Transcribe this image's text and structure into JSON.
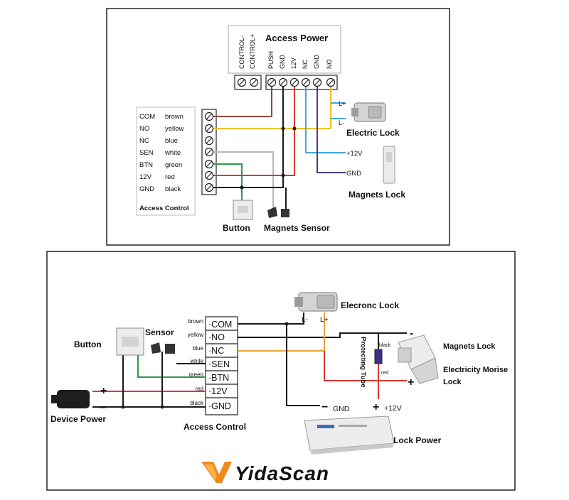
{
  "top": {
    "power_title": "Access Power",
    "power_terminals": [
      "CONTROL-",
      "CONTROL+",
      "PUSH",
      "GND",
      "12V",
      "NC",
      "GND",
      "NO"
    ],
    "ac_rows": [
      {
        "name": "COM",
        "color_label": "brown"
      },
      {
        "name": "NO",
        "color_label": "yellow"
      },
      {
        "name": "NC",
        "color_label": "blue"
      },
      {
        "name": "SEN",
        "color_label": "white"
      },
      {
        "name": "BTN",
        "color_label": "green"
      },
      {
        "name": "12V",
        "color_label": "red"
      },
      {
        "name": "GND",
        "color_label": "black"
      }
    ],
    "access_control_label": "Access Control",
    "electric_lock_label": "Electric Lock",
    "l_plus": "L+",
    "l_minus": "L-",
    "plus_12v": "+12V",
    "gnd": "GND",
    "magnets_lock_label": "Magnets Lock",
    "button_label": "Button",
    "magnets_sensor_label": "Magnets Sensor"
  },
  "bottom": {
    "terminals": [
      {
        "name": "·COM",
        "color_label": "brown"
      },
      {
        "name": "·NO",
        "color_label": "yellow"
      },
      {
        "name": "·NC",
        "color_label": "blue"
      },
      {
        "name": "·SEN",
        "color_label": "white"
      },
      {
        "name": "·BTN",
        "color_label": "green"
      },
      {
        "name": "·12V",
        "color_label": "red"
      },
      {
        "name": "·GND",
        "color_label": "black"
      }
    ],
    "access_control_label": "Access Control",
    "button_label": "Button",
    "sensor_label": "Sensor",
    "device_power_label": "Device Power",
    "plus": "+",
    "minus": "−",
    "electronic_lock_label": "Elecronc Lock",
    "l_minus": "L-",
    "l_plus": "L+",
    "magnets_lock_label": "Magnets Lock",
    "morise_lock_line1": "Electricity Morise",
    "morise_lock_line2": "Lock",
    "protecting_tube_label": "Protecting Tube",
    "tube_black": "black",
    "tube_red": "red",
    "lock_minus": "-",
    "lock_plus": "+",
    "gnd_label": "GND",
    "plus_12v_label": "+12V",
    "gnd_minus": "−",
    "v12_plus": "+",
    "lock_power_label": "Lock Power"
  },
  "brand": {
    "name": "YidaScan"
  },
  "colors": {
    "brown": "#8b4a3c",
    "yellow": "#f2c12e",
    "blue": "#3fa7e0",
    "white": "#b8b8b8",
    "green": "#2e9a4a",
    "red": "#d8392f",
    "black": "#1a1a1a",
    "purple": "#4b3a8c",
    "orange": "#e7a23a",
    "logo_orange": "#f08a1e"
  }
}
